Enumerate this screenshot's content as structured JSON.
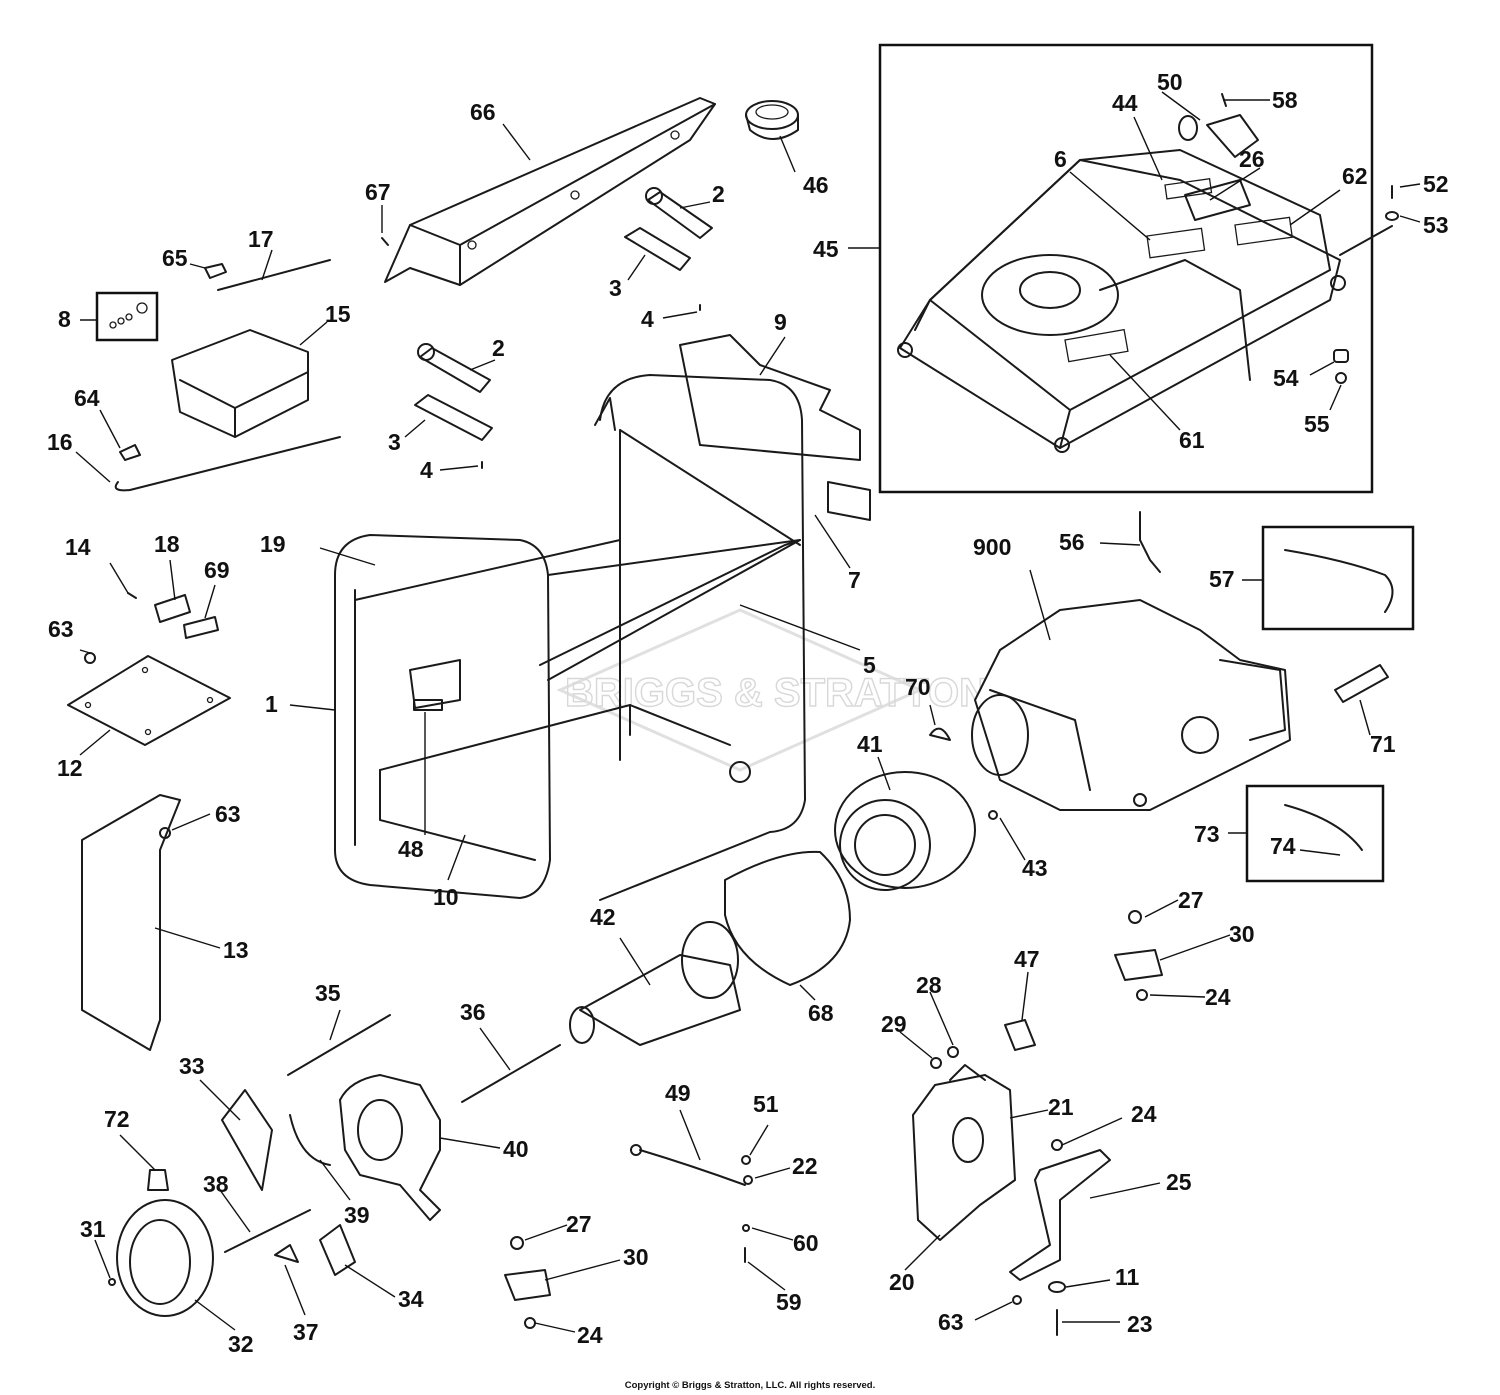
{
  "watermark": "BRIGGS & STRATTON",
  "copyright": "Copyright © Briggs & Stratton, LLC. All rights reserved.",
  "callouts": {
    "c1": "1",
    "c2a": "2",
    "c2b": "2",
    "c3a": "3",
    "c3b": "3",
    "c4a": "4",
    "c4b": "4",
    "c5": "5",
    "c6": "6",
    "c7": "7",
    "c8": "8",
    "c9": "9",
    "c10": "10",
    "c11": "11",
    "c12": "12",
    "c13": "13",
    "c14": "14",
    "c15": "15",
    "c16": "16",
    "c17": "17",
    "c18": "18",
    "c19": "19",
    "c20": "20",
    "c21": "21",
    "c22": "22",
    "c23": "23",
    "c24a": "24",
    "c24b": "24",
    "c24c": "24",
    "c25": "25",
    "c26": "26",
    "c27a": "27",
    "c27b": "27",
    "c28": "28",
    "c29": "29",
    "c30a": "30",
    "c30b": "30",
    "c31": "31",
    "c32": "32",
    "c33": "33",
    "c34": "34",
    "c35": "35",
    "c36": "36",
    "c37": "37",
    "c38": "38",
    "c39": "39",
    "c40": "40",
    "c41": "41",
    "c42": "42",
    "c43": "43",
    "c44": "44",
    "c45": "45",
    "c46": "46",
    "c47": "47",
    "c48": "48",
    "c49": "49",
    "c50": "50",
    "c51": "51",
    "c52": "52",
    "c53": "53",
    "c54": "54",
    "c55": "55",
    "c56": "56",
    "c57": "57",
    "c58": "58",
    "c59": "59",
    "c60": "60",
    "c61": "61",
    "c62": "62",
    "c63a": "63",
    "c63b": "63",
    "c63c": "63",
    "c64": "64",
    "c65": "65",
    "c66": "66",
    "c67": "67",
    "c68": "68",
    "c69": "69",
    "c70": "70",
    "c71": "71",
    "c72": "72",
    "c73": "73",
    "c74": "74",
    "c900": "900"
  }
}
